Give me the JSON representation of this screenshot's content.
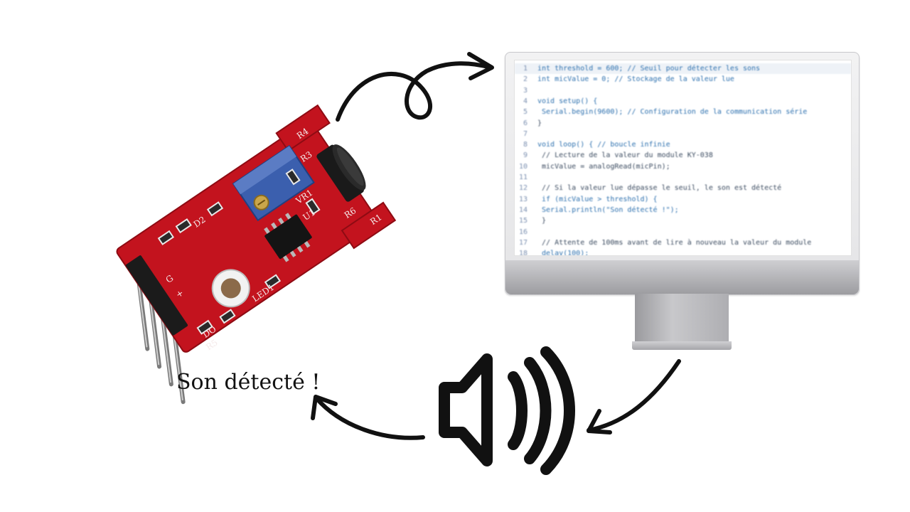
{
  "caption": "Son détecté !",
  "colors": {
    "pcb_red": "#c3131e",
    "potentiometer_blue": "#3b5fae",
    "arrow": "#111111",
    "monitor_frame": "#e6e6e8",
    "code_keyword": "#2b6fae"
  },
  "labels": {
    "r4": "R4",
    "r3": "R3",
    "r6": "R6",
    "r1": "R1",
    "vr1": "VR1",
    "u1": "U1",
    "d2": "D2",
    "led1": "LED1",
    "do": "DO",
    "r5": "R5",
    "g": "G",
    "plus": "+"
  },
  "code_lines": [
    {
      "ln": "1",
      "text": "int threshold = 600; // Seuil pour détecter les sons"
    },
    {
      "ln": "2",
      "text": "int micValue = 0; // Stockage de la valeur lue"
    },
    {
      "ln": "3",
      "text": ""
    },
    {
      "ln": "4",
      "text": "void setup() {"
    },
    {
      "ln": "5",
      "text": "  Serial.begin(9600); // Configuration de la communication série"
    },
    {
      "ln": "6",
      "text": "}"
    },
    {
      "ln": "7",
      "text": ""
    },
    {
      "ln": "8",
      "text": "void loop() { // boucle infinie"
    },
    {
      "ln": "9",
      "text": "  // Lecture de la valeur du module KY-038"
    },
    {
      "ln": "10",
      "text": "  micValue = analogRead(micPin);"
    },
    {
      "ln": "11",
      "text": ""
    },
    {
      "ln": "12",
      "text": "  // Si la valeur lue dépasse le seuil, le son est détecté"
    },
    {
      "ln": "13",
      "text": "  if (micValue > threshold) {"
    },
    {
      "ln": "14",
      "text": "    Serial.println(\"Son détecté !\");"
    },
    {
      "ln": "15",
      "text": "  }"
    },
    {
      "ln": "16",
      "text": ""
    },
    {
      "ln": "17",
      "text": "  // Attente de 100ms avant de lire à nouveau la valeur du module"
    },
    {
      "ln": "18",
      "text": "  delay(100);"
    }
  ]
}
